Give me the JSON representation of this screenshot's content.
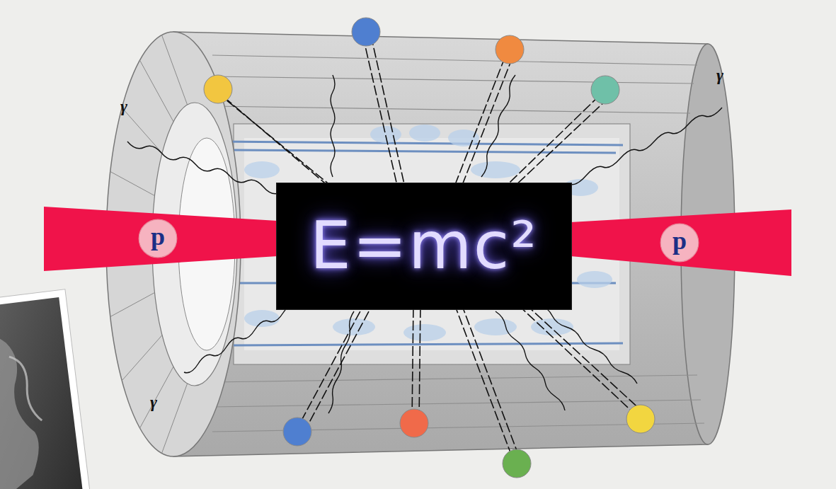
{
  "diagram": {
    "nodes": [
      {
        "text": [
          "p"
        ]
      },
      {
        "text": [
          "E=mc²"
        ]
      },
      {
        "text": [
          "p"
        ]
      }
    ],
    "labels": [
      "γ",
      "γ",
      "γ"
    ]
  }
}
